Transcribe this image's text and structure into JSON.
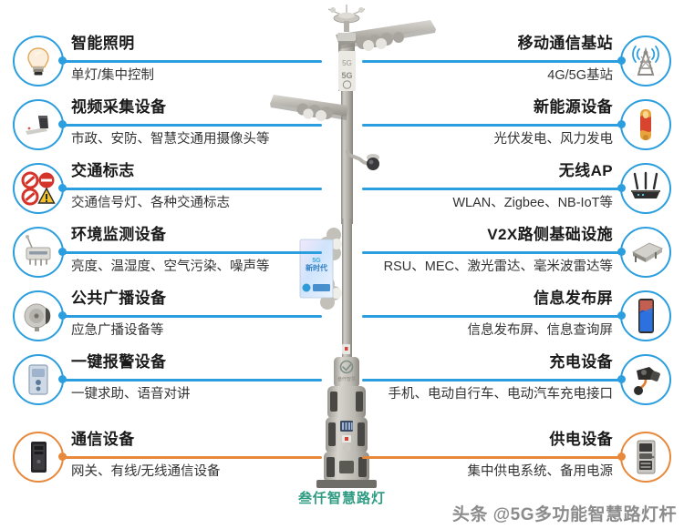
{
  "meta": {
    "caption": "叁仟智慧路灯",
    "watermark": "头条 @5G多功能智慧路灯杆",
    "accent_blue": "#2a9ede",
    "accent_orange": "#e8883a",
    "caption_color": "#2e9b82"
  },
  "left_items": [
    {
      "title": "智能照明",
      "subtitle": "单灯/集中控制",
      "icon": "lightbulb-icon",
      "color": "blue"
    },
    {
      "title": "视频采集设备",
      "subtitle": "市政、安防、智慧交通用摄像头等",
      "icon": "camera-icon",
      "color": "blue"
    },
    {
      "title": "交通标志",
      "subtitle": "交通信号灯、各种交通标志",
      "icon": "traffic-sign-icon",
      "color": "blue"
    },
    {
      "title": "环境监测设备",
      "subtitle": "亮度、温湿度、空气污染、噪声等",
      "icon": "environment-sensor-icon",
      "color": "blue"
    },
    {
      "title": "公共广播设备",
      "subtitle": "应急广播设备等",
      "icon": "loudspeaker-icon",
      "color": "blue"
    },
    {
      "title": "一键报警设备",
      "subtitle": "一键求助、语音对讲",
      "icon": "emergency-call-box-icon",
      "color": "blue"
    },
    {
      "title": "通信设备",
      "subtitle": "网关、有线/无线通信设备",
      "icon": "network-cabinet-icon",
      "color": "orange"
    }
  ],
  "right_items": [
    {
      "title": "移动通信基站",
      "subtitle": "4G/5G基站",
      "icon": "cell-tower-icon",
      "color": "blue"
    },
    {
      "title": "新能源设备",
      "subtitle": "光伏发电、风力发电",
      "icon": "new-energy-icon",
      "color": "blue"
    },
    {
      "title": "无线AP",
      "subtitle": "WLAN、Zigbee、NB-IoT等",
      "icon": "wifi-router-icon",
      "color": "blue"
    },
    {
      "title": "V2X路侧基础设施",
      "subtitle": "RSU、MEC、激光雷达、毫米波雷达等",
      "icon": "rsu-box-icon",
      "color": "blue"
    },
    {
      "title": "信息发布屏",
      "subtitle": "信息发布屏、信息查询屏",
      "icon": "info-display-screen-icon",
      "color": "blue"
    },
    {
      "title": "充电设备",
      "subtitle": "手机、电动自行车、电动汽车充电接口",
      "icon": "ev-charger-icon",
      "color": "blue"
    },
    {
      "title": "供电设备",
      "subtitle": "集中供电系统、备用电源",
      "icon": "power-cabinet-icon",
      "color": "orange"
    }
  ],
  "pole": {
    "banner_text": "5G 新时代",
    "pole_label": "叁仟智慧路灯"
  }
}
